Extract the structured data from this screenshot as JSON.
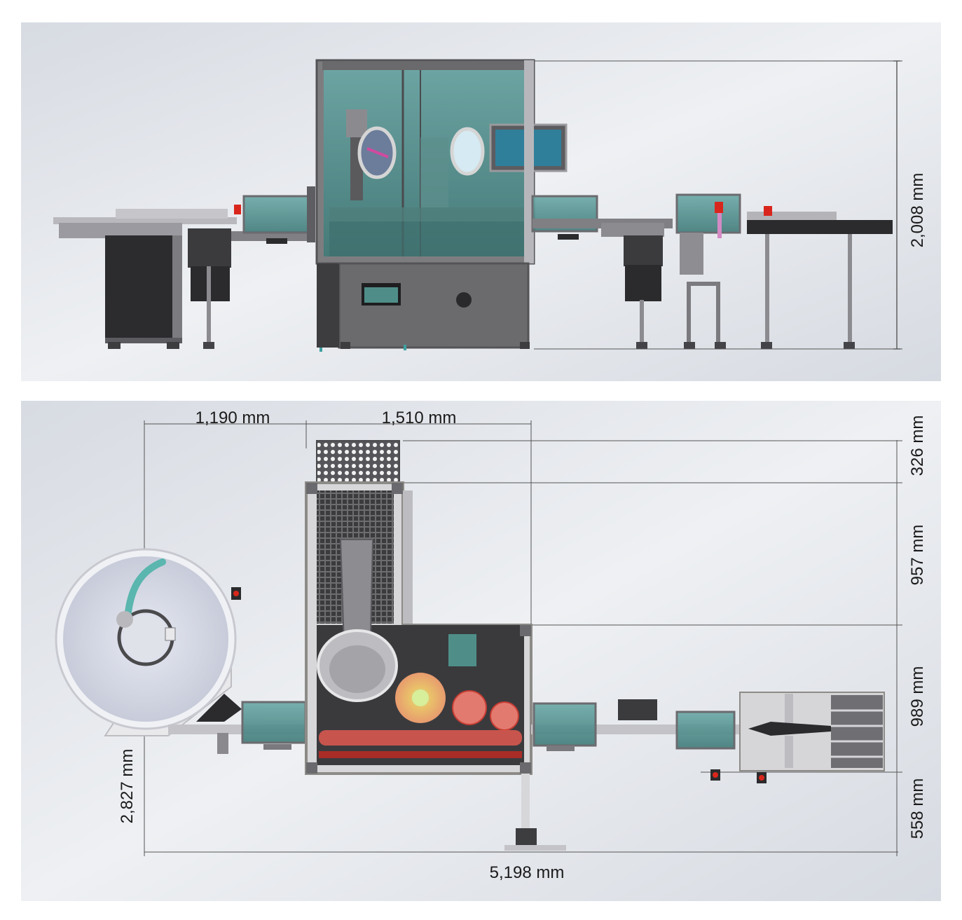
{
  "elevation": {
    "height_label": "2,008 mm"
  },
  "plan": {
    "width_left_label": "1,190 mm",
    "width_center_label": "1,510 mm",
    "overall_width_label": "5,198 mm",
    "overall_depth_label": "2,827 mm",
    "right_dims": [
      "326 mm",
      "957 mm",
      "989 mm",
      "558 mm"
    ]
  },
  "colors": {
    "panel_bg": "#e3e6eb",
    "frame_steel": "#8d8b87",
    "glass": "#5f9c9a",
    "hmi_screen": "#2f7f9a",
    "dark_panel": "#2b2b2d",
    "alarm_red": "#d9261c",
    "heating_red": "#e05a50",
    "dim_line": "#555555"
  }
}
